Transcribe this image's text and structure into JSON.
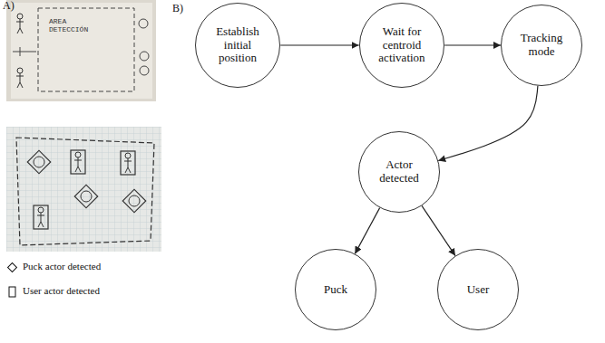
{
  "diagram": {
    "nodes": [
      {
        "text": [
          "Establish initial position"
        ]
      },
      {
        "text": [
          "Wait for centroid activation"
        ]
      },
      {
        "text": [
          "Tracking mode"
        ]
      },
      {
        "text": [
          "Actor detected"
        ]
      },
      {
        "text": [
          "Puck"
        ]
      },
      {
        "text": [
          "User"
        ]
      }
    ],
    "edges": [
      {
        "from": 0,
        "to": 1,
        "arrow": "to"
      },
      {
        "from": 1,
        "to": 2,
        "arrow": "to"
      },
      {
        "from": 2,
        "to": 3,
        "arrow": "to"
      },
      {
        "from": 3,
        "to": 4,
        "arrow": "to"
      },
      {
        "from": 3,
        "to": 5,
        "arrow": "to"
      }
    ],
    "labels": [
      "A)",
      "B)",
      "AREA DETECCIÓN"
    ],
    "legend": [
      {
        "text": "Puck actor detected"
      },
      {
        "text": "User actor detected"
      }
    ]
  }
}
